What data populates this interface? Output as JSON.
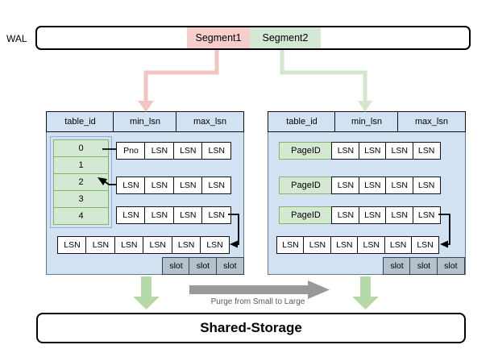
{
  "wal": {
    "label": "WAL",
    "segment1": "Segment1",
    "segment2": "Segment2"
  },
  "left_panel": {
    "headers": [
      "table_id",
      "min_lsn",
      "max_lsn"
    ],
    "table_ids": [
      "0",
      "1",
      "2",
      "3",
      "4"
    ],
    "row_a": [
      "Pno",
      "LSN",
      "LSN",
      "LSN"
    ],
    "row_b": [
      "LSN",
      "LSN",
      "LSN",
      "LSN"
    ],
    "row_c": [
      "LSN",
      "LSN",
      "LSN",
      "LSN"
    ],
    "bottom_row": [
      "LSN",
      "LSN",
      "LSN",
      "LSN",
      "LSN",
      "LSN"
    ],
    "slots": [
      "slot",
      "slot",
      "slot"
    ]
  },
  "right_panel": {
    "headers": [
      "table_id",
      "min_lsn",
      "max_lsn"
    ],
    "page_rows": [
      {
        "id": "PageID",
        "lsns": [
          "LSN",
          "LSN",
          "LSN",
          "LSN"
        ]
      },
      {
        "id": "PageID",
        "lsns": [
          "LSN",
          "LSN",
          "LSN",
          "LSN"
        ]
      },
      {
        "id": "PageID",
        "lsns": [
          "LSN",
          "LSN",
          "LSN",
          "LSN"
        ]
      }
    ],
    "bottom_row": [
      "LSN",
      "LSN",
      "LSN",
      "LSN",
      "LSN",
      "LSN"
    ],
    "slots": [
      "slot",
      "slot",
      "slot"
    ]
  },
  "purge_label": "Purge from Small to Large",
  "shared_storage": "Shared-Storage",
  "colors": {
    "segment1_fill": "#f8cecc",
    "segment2_fill": "#d5e8d4",
    "panel_fill": "#d2e2f3",
    "green_fill": "#d5e8d4",
    "green_stroke": "#82b366",
    "slot_fill": "#b3c2cd",
    "arrow_pink": "#f2c5c2",
    "arrow_green_light": "#d5e6ce",
    "arrow_green": "#b5d9a9",
    "arrow_gray": "#999999"
  }
}
